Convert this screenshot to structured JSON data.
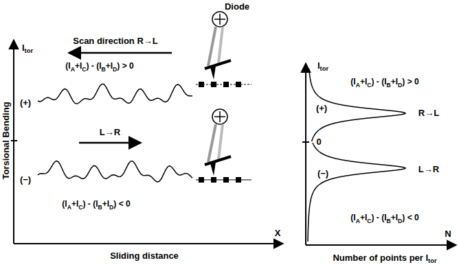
{
  "diagram": {
    "labels": [
      "Diode",
      "Scan direction R→L",
      "(IA+IC) - (IB+ID) > 0",
      "Itor",
      "Torsional Bending",
      "(+)",
      "(−)",
      "L→R",
      "(IA+IC) - (IB+ID) < 0",
      "Sliding distance",
      "X",
      "Itor",
      "(IA+IC) - (IB+ID) > 0",
      "(+)",
      "R→L",
      "0",
      "(−)",
      "L→R",
      "(IA+IC) - (IB+ID) < 0",
      "N",
      "Number of points per Itor"
    ]
  }
}
